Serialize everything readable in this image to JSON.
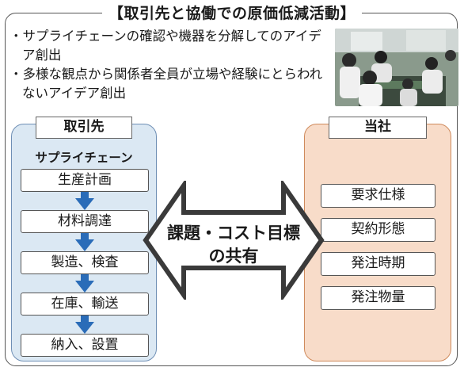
{
  "title": "【取引先と協働での原価低減活動】",
  "bullets": [
    "サプライチェーンの確認や機器を分解してのアイデア創出",
    "多様な観点から関係者全員が立場や経験にとらわれないアイデア創出"
  ],
  "left_panel": {
    "title": "取引先",
    "chain_label": "サプライチェーン",
    "steps": [
      "生産計画",
      "材料調達",
      "製造、検査",
      "在庫、輸送",
      "納入、設置"
    ]
  },
  "center": {
    "line1": "課題・コスト目標",
    "line2": "の共有"
  },
  "right_panel": {
    "title": "当社",
    "items": [
      "要求仕様",
      "契約形態",
      "発注時期",
      "発注物量"
    ]
  },
  "colors": {
    "left_fill": "#dbe8f3",
    "right_fill": "#f8dcc9",
    "step_arrow": "#2a6cb8"
  }
}
